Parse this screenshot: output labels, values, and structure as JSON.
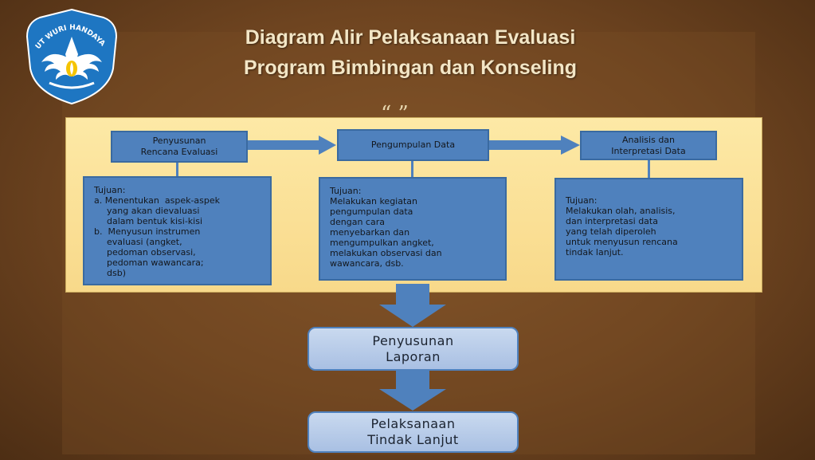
{
  "logo": {
    "arc_text": "TUT WURI HANDAYANI",
    "colors": {
      "blue": "#1e76c2",
      "yellow": "#f5c400",
      "white": "#ffffff"
    }
  },
  "title": {
    "line1": "Diagram Alir Pelaksanaan Evaluasi",
    "line2": "Program Bimbingan dan Konseling"
  },
  "decor": {
    "quote": "“ ”"
  },
  "steps": [
    {
      "label_lines": [
        "Penyusunan",
        "Rencana Evaluasi"
      ],
      "note_lines": [
        {
          "text": "Tujuan:",
          "indent": false
        },
        {
          "text": "a. Menentukan  aspek-aspek",
          "indent": false
        },
        {
          "text": "yang akan dievaluasi",
          "indent": true
        },
        {
          "text": "dalam bentuk kisi-kisi",
          "indent": true
        },
        {
          "text": "b.  Menyusun instrumen",
          "indent": false
        },
        {
          "text": "evaluasi (angket,",
          "indent": true
        },
        {
          "text": "pedoman observasi,",
          "indent": true
        },
        {
          "text": "pedoman wawancara;",
          "indent": true
        },
        {
          "text": "dsb)",
          "indent": true
        }
      ]
    },
    {
      "label_lines": [
        "Pengumpulan Data"
      ],
      "note_lines": [
        {
          "text": "Tujuan:",
          "indent": false
        },
        {
          "text": "Melakukan kegiatan",
          "indent": false
        },
        {
          "text": "pengumpulan data",
          "indent": false
        },
        {
          "text": "dengan cara",
          "indent": false
        },
        {
          "text": "menyebarkan dan",
          "indent": false
        },
        {
          "text": "mengumpulkan angket,",
          "indent": false
        },
        {
          "text": "melakukan observasi dan",
          "indent": false
        },
        {
          "text": "wawancara, dsb.",
          "indent": false
        }
      ]
    },
    {
      "label_lines": [
        "Analisis dan",
        "Interpretasi Data"
      ],
      "note_lines": [
        {
          "text": "Tujuan:",
          "indent": false
        },
        {
          "text": "Melakukan olah, analisis,",
          "indent": false
        },
        {
          "text": "dan interpretasi data",
          "indent": false
        },
        {
          "text": "yang telah diperoleh",
          "indent": false
        },
        {
          "text": "untuk menyusun rencana",
          "indent": false
        },
        {
          "text": "tindak lanjut.",
          "indent": false
        }
      ]
    }
  ],
  "final_steps": [
    {
      "label_lines": [
        "Penyusunan",
        "Laporan"
      ]
    },
    {
      "label_lines": [
        "Pelaksanaan",
        "Tindak Lanjut"
      ]
    }
  ],
  "colors": {
    "background": "#6e4420",
    "panel": "#fbe39a",
    "box_blue": "#4f81bd",
    "box_light": "#b9cce9",
    "title_text": "#f3e6c6"
  }
}
